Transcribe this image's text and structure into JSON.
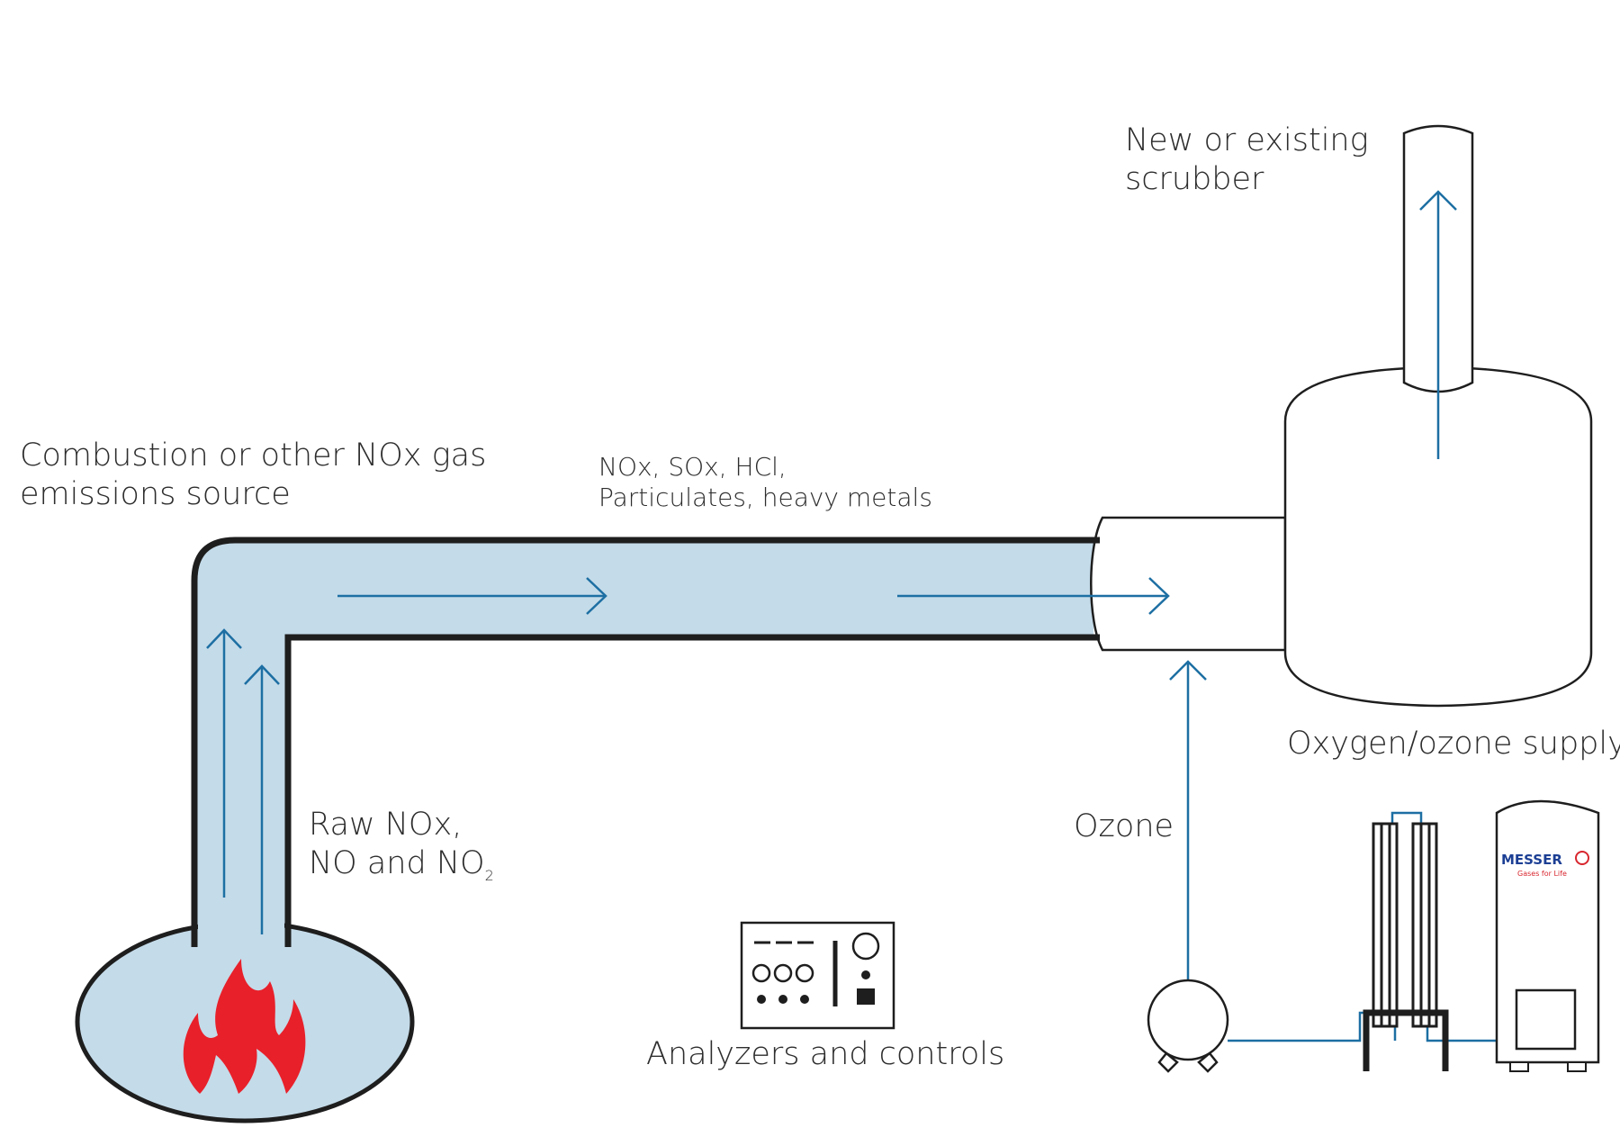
{
  "labels": {
    "combustion_line1": "Combustion or other NOx gas",
    "combustion_line2": "emissions source",
    "pollutants_line1": "NOx, SOx, HCl,",
    "pollutants_line2": "Particulates, heavy metals",
    "scrubber_line1": "New or existing",
    "scrubber_line2": "scrubber",
    "raw_line1": "Raw NOx,",
    "raw_line2_text": "NO and NO",
    "raw_line2_sub": "2",
    "analyzers": "Analyzers and controls",
    "ozone": "Ozone",
    "supply": "Oxygen/ozone supply"
  },
  "logo": {
    "brand": "MESSER",
    "tagline": "Gases for Life"
  },
  "colors": {
    "duct_fill": "#c4dbe9",
    "outline": "#1e1e1e",
    "flow_arrow": "#1d6fa3",
    "flame": "#e8202a",
    "brand_blue": "#1c3f94",
    "brand_red": "#d8262e"
  },
  "icons": [
    "flame-icon",
    "control-panel-icon",
    "ozone-generator-icon",
    "oxygen-tank-icon",
    "pump-icon"
  ]
}
